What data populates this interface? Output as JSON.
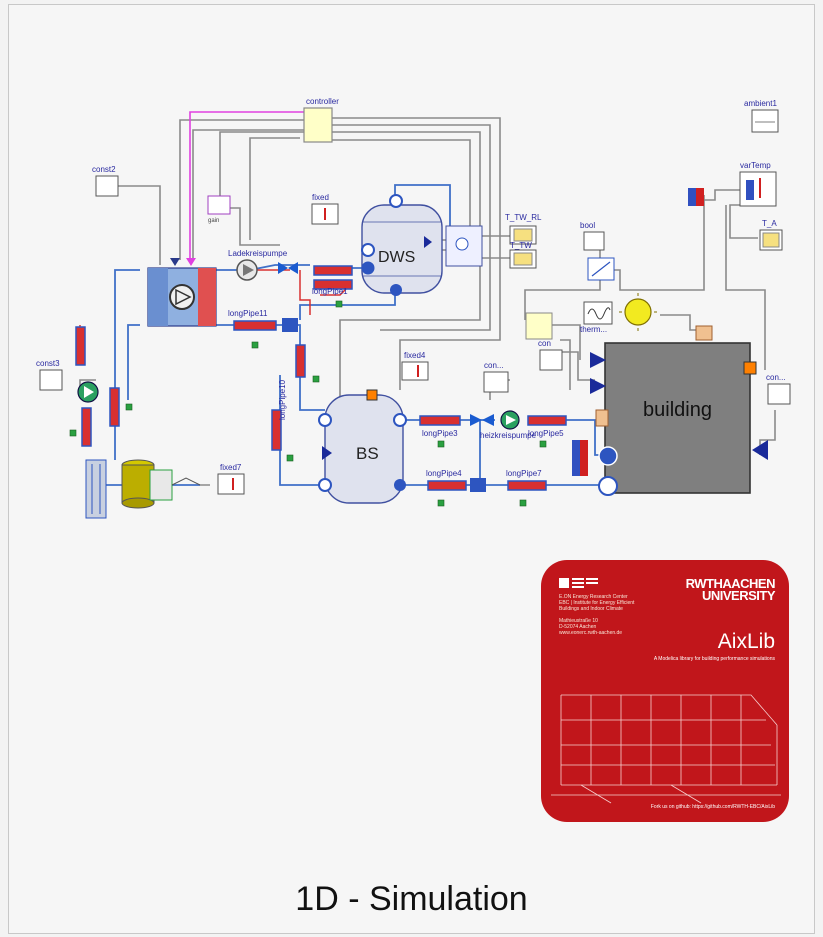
{
  "caption": "1D - Simulation",
  "colors": {
    "pipe_blue": "#2d55c0",
    "pipe_red": "#d42a2a",
    "signal_gray": "#888888",
    "signal_magenta": "#e040e0",
    "aixlib_red": "#c1161b",
    "building_gray": "#7f7f7f"
  },
  "components": {
    "controller": "controller",
    "ambient": "ambient1",
    "const2": "const2",
    "const3": "const3",
    "fixed_top": "fixed",
    "dws": "DWS",
    "bs": "BS",
    "building": "building",
    "pump_heat": "Ladekreispumpe",
    "longpipe11": "longPipe11",
    "longpipe1": "longPipe1",
    "longpipe10": "longPipe10",
    "longpipe3": "longPipe3",
    "longpipe4": "longPipe4",
    "longpipe5": "longPipe5",
    "longpipe7": "longPipe7",
    "fixed4": "fixed4",
    "fixed7": "fixed7",
    "tw_rl": "T_TW_RL",
    "t_tw": "T_TW",
    "t_a": "T_A",
    "var_temp": "varTemp",
    "heizkreispumpe": "heizkreispumpe",
    "const_lower": "con...",
    "const_mid": "con",
    "boolean": "bool",
    "sine": "therm...",
    "gain": "gain",
    "con_right": "con..."
  },
  "aixlib": {
    "institute_lines": [
      "E.ON Energy Research Center",
      "EBC | Institute for Energy Efficient",
      "Buildings and Indoor Climate"
    ],
    "address_lines": [
      "Mathieustraße 10",
      "D-52074 Aachen",
      "www.eonerc.rwth-aachen.de"
    ],
    "rwth_line1": "RWTHAACHEN",
    "rwth_line2": "UNIVERSITY",
    "title": "AixLib",
    "subtitle": "A Modelica library for building performance simulations",
    "footer": "Fork us on github: https://github.com/RWTH-EBC/AixLib"
  }
}
